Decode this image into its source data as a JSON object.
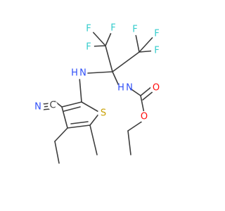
{
  "structure": {
    "colors": {
      "bond": "#3d3d3d",
      "fluorine": "#33cccc",
      "nitrogen": "#3050f8",
      "oxygen": "#ff0d0d",
      "sulfur": "#c8a000",
      "carbon": "#3d3d3d"
    },
    "atom_labels": {
      "f1": "F",
      "f2": "F",
      "f3": "F",
      "f4": "F",
      "f5": "F",
      "f6": "F",
      "nh_left": "H",
      "n_left": "N",
      "nh_right": "H",
      "n_right": "N",
      "o_carbonyl": "O",
      "o_ester": "O",
      "s_ring": "S",
      "n_nitrile": "N",
      "c_nitrile": "C"
    }
  }
}
